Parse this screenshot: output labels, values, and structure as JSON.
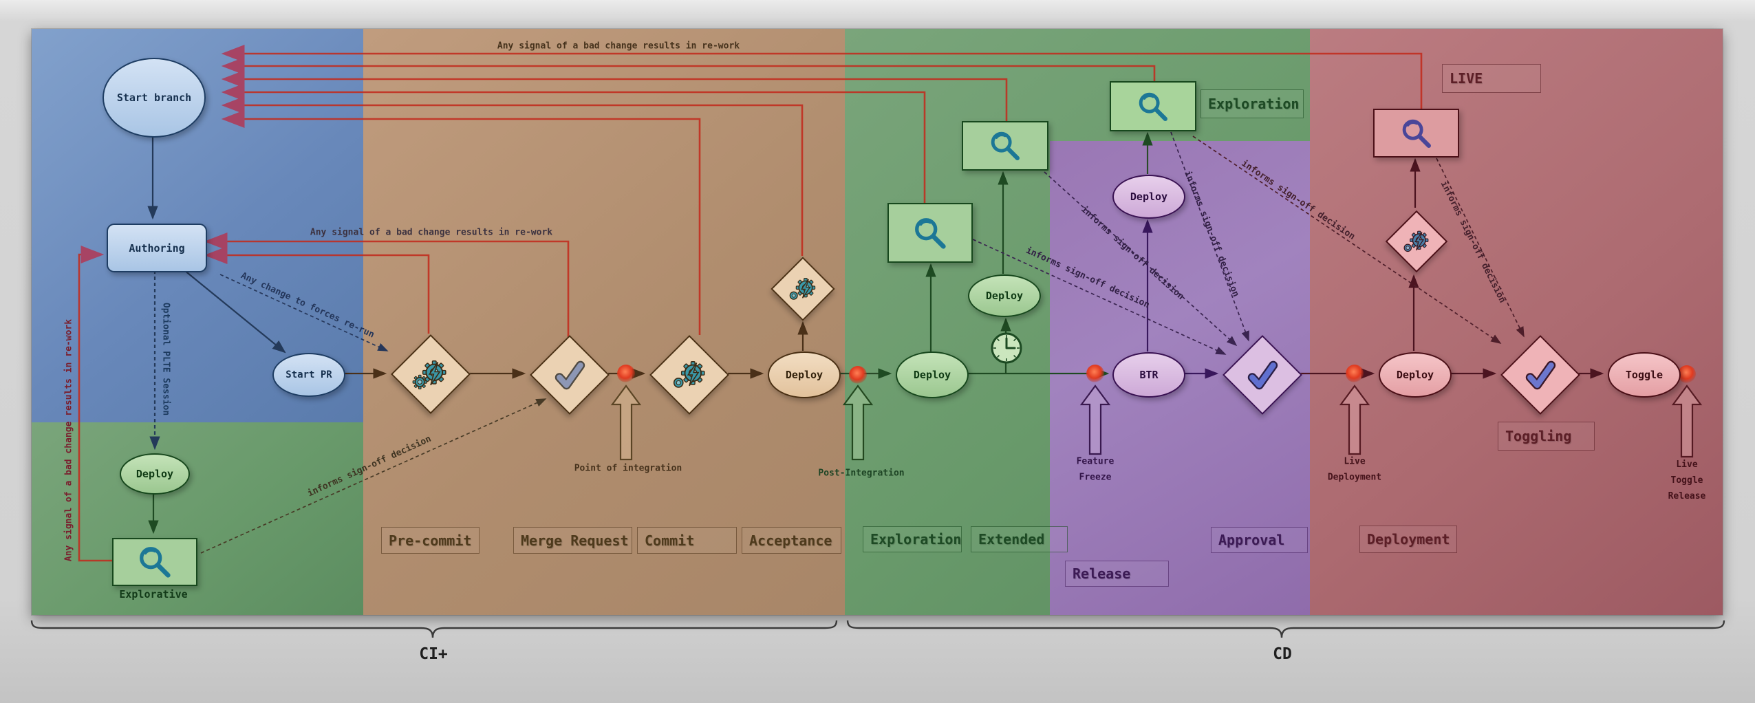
{
  "nodes": {
    "start_branch": "Start branch",
    "authoring": "Authoring",
    "start_pr": "Start PR",
    "deploy": "Deploy",
    "btr": "BTR",
    "toggle": "Toggle"
  },
  "stage_labels": {
    "pre_commit": "Pre-commit",
    "merge_request": "Merge Request",
    "commit": "Commit",
    "acceptance": "Acceptance",
    "exploration": "Exploration",
    "extended": "Extended",
    "release": "Release",
    "approval": "Approval",
    "deployment": "Deployment",
    "toggling": "Toggling",
    "live": "LIVE"
  },
  "annotations": {
    "rework": "Any signal of a bad change results in re-work",
    "any_change": "Any change to forces re-run",
    "plte": "Optional PLTE Session",
    "informs": "informs sign-off decision",
    "point_of_integration": "Point of integration",
    "post_integration": "Post-Integration",
    "feature_freeze": "Feature\nFreeze",
    "live_deployment": "Live\nDeployment",
    "live_toggle_release": "Live\nToggle\nRelease",
    "explorative": "Explorative"
  },
  "braces": {
    "ci": "CI+",
    "cd": "CD"
  },
  "icons": {
    "verify": "magnifier-icon",
    "build": "gears-lightning-icon",
    "signoff": "check-icon",
    "wait": "clock-icon"
  },
  "colors": {
    "zone_blue": "#6888BA",
    "zone_tan": "#B08D6E",
    "zone_green": "#699A6B",
    "zone_purple": "#9A77B4",
    "zone_red": "#AD6B71",
    "feedback_red": "#C22C1E",
    "feedback_crimson": "#AF3A58",
    "dot_red": "#E03A20"
  }
}
